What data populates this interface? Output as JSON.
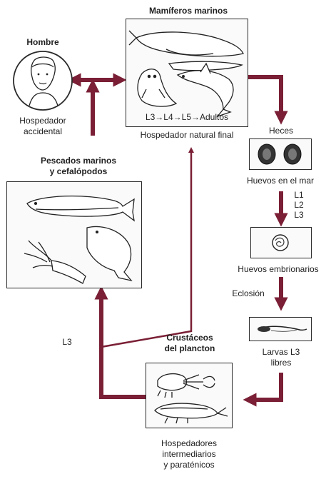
{
  "title": "Mamíferos marinos",
  "colors": {
    "arrow": "#7a1f35",
    "outline": "#2a2a2a",
    "ink": "#1f1f1f"
  },
  "nodes": {
    "marine_mammals": {
      "heading": "Mamíferos marinos",
      "stages": "L3→L4→L5→Adultos",
      "role": "Hospedador natural final"
    },
    "human": {
      "heading": "Hombre",
      "role_line1": "Hospedador",
      "role_line2": "accidental"
    },
    "fish": {
      "heading_line1": "Pescados marinos",
      "heading_line2": "y cefalópodos"
    },
    "feces": {
      "heading": "Heces",
      "caption": "Huevos en el mar"
    },
    "larval_stages": [
      "L1",
      "L2",
      "L3"
    ],
    "embryonated": {
      "caption": "Huevos embrionarios"
    },
    "hatching": {
      "label": "Eclosión"
    },
    "free_larvae": {
      "caption_line1": "Larvas L3",
      "caption_line2": "libres"
    },
    "crustaceans": {
      "heading_line1": "Crustáceos",
      "heading_line2": "del plancton",
      "role_line1": "Hospedadores",
      "role_line2": "intermediarios",
      "role_line3": "y paraténicos"
    },
    "l3_label": "L3"
  },
  "icons": {
    "marine_mammals": [
      "whale-icon",
      "seal-icon",
      "dolphin-icon"
    ],
    "human": "human-head-icon",
    "fish": [
      "fish-icon",
      "squid-icon"
    ],
    "feces": "egg-icon",
    "embryonated": "embryonated-egg-icon",
    "free_larvae": "larva-icon",
    "crustaceans": [
      "krill-icon",
      "shrimp-icon"
    ]
  }
}
